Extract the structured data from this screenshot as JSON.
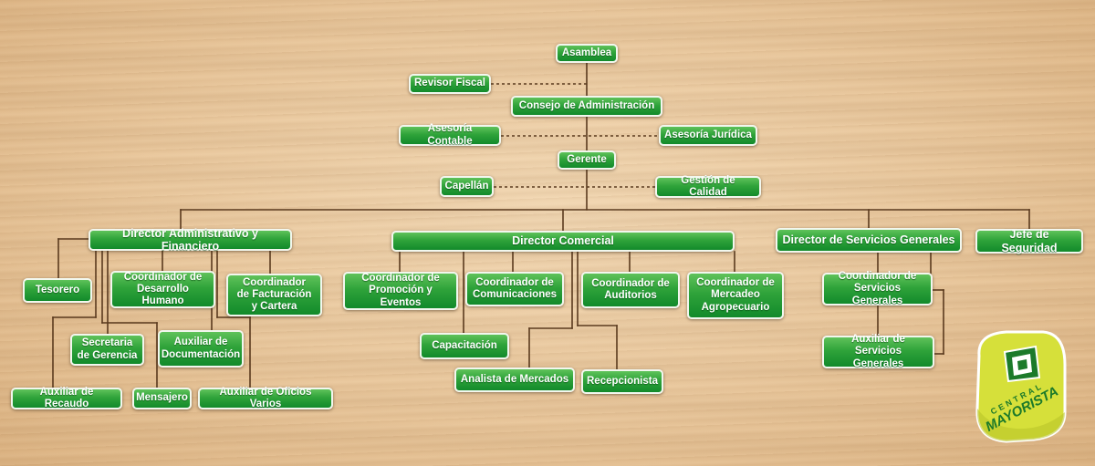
{
  "org_chart": {
    "nodes": {
      "asamblea": "Asamblea",
      "revisor_fiscal": "Revisor Fiscal",
      "consejo": "Consejo de Administración",
      "asesoria_contable": "Asesoría Contable",
      "asesoria_juridica": "Asesoría Jurídica",
      "gerente": "Gerente",
      "capellan": "Capellán",
      "gestion_calidad": "Gestión de Calidad",
      "director_admin": "Director Administrativo y Financiero",
      "director_comercial": "Director Comercial",
      "director_servicios": "Director de Servicios Generales",
      "jefe_seguridad": "Jefe de Seguridad",
      "tesorero": "Tesorero",
      "coord_desarrollo": "Coordinador de\nDesarrollo Humano",
      "coord_facturacion": "Coordinador\nde Facturación\ny Cartera",
      "secretaria": "Secretaria\nde Gerencia",
      "auxiliar_documentacion": "Auxiliar de\nDocumentación",
      "auxiliar_recaudo": "Auxiliar de Recaudo",
      "mensajero": "Mensajero",
      "auxiliar_oficios": "Auxiliar de Oficios Varios",
      "coord_promocion": "Coordinador de\nPromoción y Eventos",
      "coord_comunicaciones": "Coordinador de\nComunicaciones",
      "coord_auditorios": "Coordinador de\nAuditorios",
      "coord_mercadeo": "Coordinador de\nMercadeo\nAgropecuario",
      "capacitacion": "Capacitación",
      "analista": "Analista de Mercados",
      "recepcionista": "Recepcionista",
      "coord_servicios": "Coordinador de\nServicios Generales",
      "auxiliar_servicios": "Auxiliar de Servicios\nGenerales"
    }
  },
  "logo": {
    "line1": "CENTRAL",
    "line2": "MAYORISTA"
  },
  "colors": {
    "box_green": "#2fa33a",
    "line_brown": "#5a3a1e",
    "logo_yellow": "#d6e03a"
  }
}
